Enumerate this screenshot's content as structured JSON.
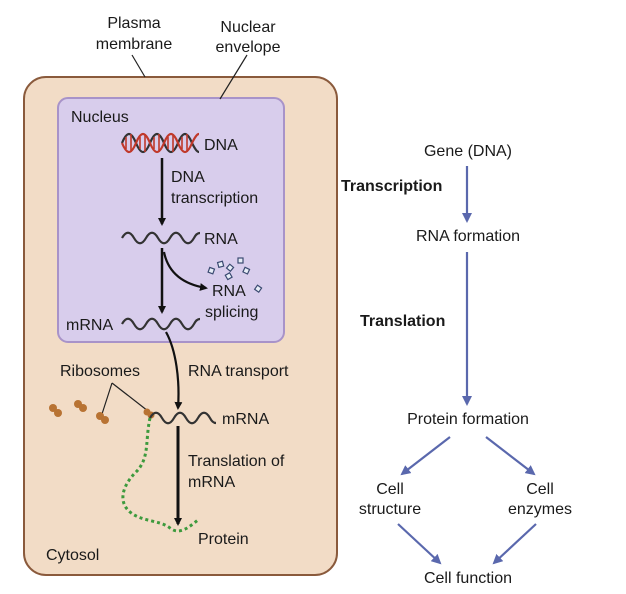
{
  "cell_labels": {
    "plasma_membrane": [
      "Plasma",
      "membrane"
    ],
    "nuclear_envelope": [
      "Nuclear",
      "envelope"
    ],
    "nucleus": "Nucleus",
    "cytosol": "Cytosol"
  },
  "process_labels": {
    "dna": "DNA",
    "dna_transcription": [
      "DNA",
      "transcription"
    ],
    "rna": "RNA",
    "rna_splicing": [
      "RNA",
      "splicing"
    ],
    "mrna_nucleus": "mRNA",
    "ribosomes": "Ribosomes",
    "rna_transport": "RNA transport",
    "mrna_cytosol": "mRNA",
    "translation_of_mrna": [
      "Translation of",
      "mRNA"
    ],
    "protein": "Protein"
  },
  "flowchart": {
    "gene": "Gene (DNA)",
    "transcription": "Transcription",
    "rna_formation": "RNA formation",
    "translation": "Translation",
    "protein_formation": "Protein formation",
    "cell_structure": [
      "Cell",
      "structure"
    ],
    "cell_enzymes": [
      "Cell",
      "enzymes"
    ],
    "cell_function": "Cell function"
  },
  "colors": {
    "cell_fill": "#f2dcc6",
    "cell_border": "#8a5a3c",
    "nucleus_fill": "#d8cdec",
    "nucleus_border": "#a893c9",
    "strand": "#333333",
    "dna_red": "#c0392b",
    "ribosome": "#b87333",
    "protein_chain": "#3d9a3d",
    "flow_arrow": "#5a68ad"
  }
}
